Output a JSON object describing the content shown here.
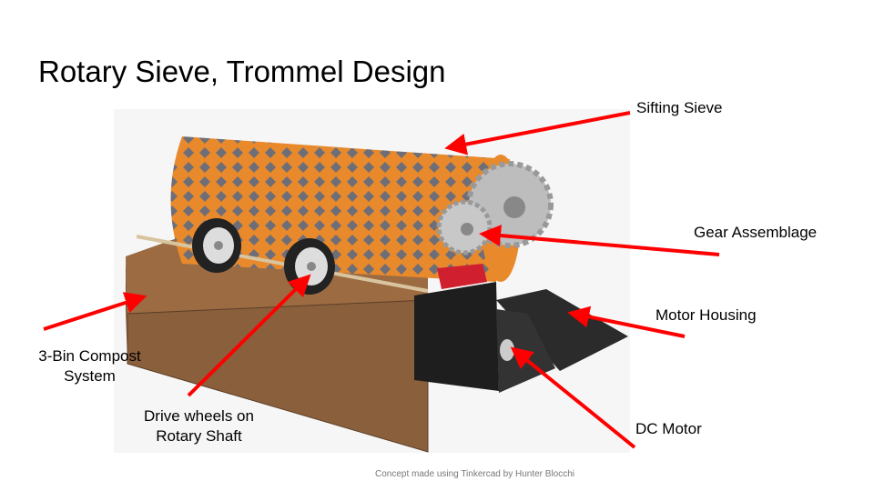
{
  "title": "Rotary Sieve, Trommel Design",
  "labels": {
    "sieve": "Sifting Sieve",
    "gear": "Gear Assemblage",
    "housing": "Motor Housing",
    "compost_1": "3-Bin Compost",
    "compost_2": "System",
    "wheels_1": "Drive wheels on",
    "wheels_2": "Rotary Shaft",
    "motor": "DC Motor"
  },
  "caption": "Concept made using Tinkercad by Hunter Blocchi",
  "colors": {
    "arrow": "#ff0000",
    "sieve": "#e8892c",
    "box": "#8a5f3c",
    "housing": "#222222"
  }
}
